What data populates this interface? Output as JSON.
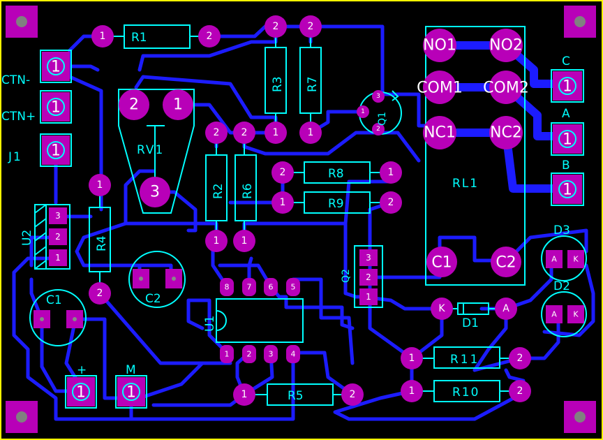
{
  "board": {
    "components": {
      "r1": "R1",
      "r2": "R2",
      "r3": "R3",
      "r4": "R4",
      "r5": "R5",
      "r6": "R6",
      "r7": "R7",
      "r8": "R8",
      "r9": "R9",
      "r10": "R10",
      "r11": "R11",
      "rv1": "RV1",
      "q1": "Q1",
      "q2": "Q2",
      "u1": "U1",
      "u2": "U2",
      "c1": "C1",
      "c2": "C2",
      "d1": "D1",
      "d2": "D2",
      "d3": "D3",
      "rl1": "RL1",
      "j1": "J1"
    },
    "connectors": {
      "ctn_minus": "CTN-",
      "ctn_plus": "CTN+",
      "plus": "+",
      "m": "M",
      "a": "A",
      "b": "B",
      "c": "C"
    },
    "relay_pins": {
      "no1": "NO1",
      "no2": "NO2",
      "com1": "COM1",
      "com2": "COM2",
      "nc1": "NC1",
      "nc2": "NC2",
      "c1": "C1",
      "c2": "C2"
    },
    "pad_labels": {
      "one": "1",
      "two": "2",
      "three": "3",
      "four": "4",
      "five": "5",
      "six": "6",
      "seven": "7",
      "eight": "8",
      "anode": "A",
      "cathode": "K"
    },
    "colors": {
      "background": "#000000",
      "copper": "#1c1cff",
      "pad": "#b800b8",
      "silkscreen": "#00ffff",
      "border": "#ffff00"
    }
  }
}
